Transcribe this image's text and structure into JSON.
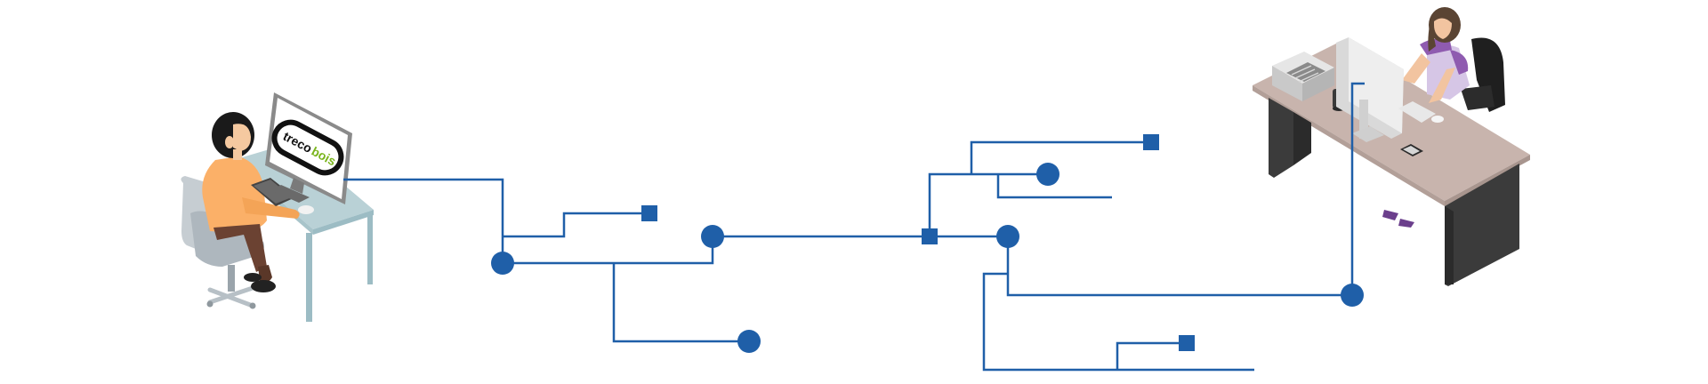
{
  "logo": {
    "part1": "treco",
    "part2": "bois"
  },
  "colors": {
    "line": "#1f5fa8",
    "node": "#1f5fa8",
    "logo_dark": "#111111",
    "logo_accent": "#7ab51d",
    "shirt_orange": "#fbb068",
    "desk_top_blue": "#b9d1d6",
    "desk_leg_blue": "#9cbcc4",
    "desk_top_pink": "#c8b4ad",
    "desk_dark": "#3b3b3b",
    "shirt_purple": "#8f5bb0"
  },
  "network": {
    "node_shapes": [
      "circle",
      "square"
    ],
    "edge_style": "orthogonal"
  }
}
